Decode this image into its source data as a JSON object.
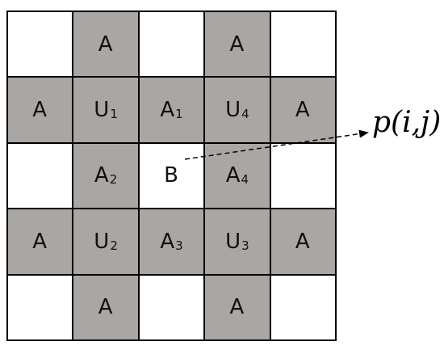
{
  "grid": {
    "rows": [
      [
        {
          "t": "",
          "s": "",
          "shade": "white"
        },
        {
          "t": "A",
          "s": "",
          "shade": "gray"
        },
        {
          "t": "",
          "s": "",
          "shade": "white"
        },
        {
          "t": "A",
          "s": "",
          "shade": "gray"
        },
        {
          "t": "",
          "s": "",
          "shade": "white"
        }
      ],
      [
        {
          "t": "A",
          "s": "",
          "shade": "gray"
        },
        {
          "t": "U",
          "s": "1",
          "shade": "gray"
        },
        {
          "t": "A",
          "s": "1",
          "shade": "gray"
        },
        {
          "t": "U",
          "s": "4",
          "shade": "gray"
        },
        {
          "t": "A",
          "s": "",
          "shade": "gray"
        }
      ],
      [
        {
          "t": "",
          "s": "",
          "shade": "white"
        },
        {
          "t": "A",
          "s": "2",
          "shade": "gray"
        },
        {
          "t": "B",
          "s": "",
          "shade": "white"
        },
        {
          "t": "A",
          "s": "4",
          "shade": "gray"
        },
        {
          "t": "",
          "s": "",
          "shade": "white"
        }
      ],
      [
        {
          "t": "A",
          "s": "",
          "shade": "gray"
        },
        {
          "t": "U",
          "s": "2",
          "shade": "gray"
        },
        {
          "t": "A",
          "s": "3",
          "shade": "gray"
        },
        {
          "t": "U",
          "s": "3",
          "shade": "gray"
        },
        {
          "t": "A",
          "s": "",
          "shade": "gray"
        }
      ],
      [
        {
          "t": "",
          "s": "",
          "shade": "white"
        },
        {
          "t": "A",
          "s": "",
          "shade": "gray"
        },
        {
          "t": "",
          "s": "",
          "shade": "white"
        },
        {
          "t": "A",
          "s": "",
          "shade": "gray"
        },
        {
          "t": "",
          "s": "",
          "shade": "white"
        }
      ]
    ]
  },
  "annotation": {
    "label": "p(i,j)"
  },
  "colors": {
    "gray_cell": "#aaa6a3",
    "white_cell": "#ffffff",
    "grid_line": "#000000"
  }
}
